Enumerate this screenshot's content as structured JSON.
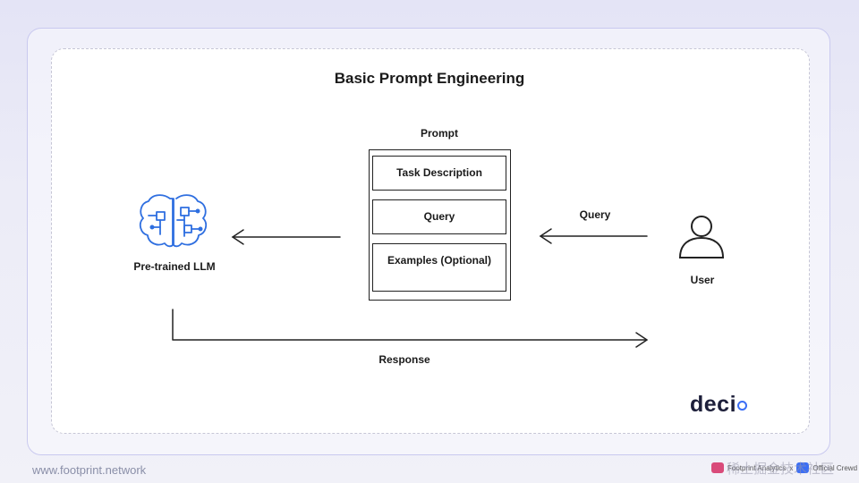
{
  "diagram": {
    "title": "Basic Prompt Engineering",
    "prompt": {
      "label": "Prompt",
      "items": [
        "Task Description",
        "Query",
        "Examples (Optional)"
      ]
    },
    "llm_label": "Pre-trained LLM",
    "user_label": "User",
    "query_label": "Query",
    "response_label": "Response",
    "icons": [
      "brain-circuit-icon",
      "user-icon"
    ],
    "colors": {
      "brain": "#2f6fe0",
      "ink": "#1a1a1a",
      "accent": "#3b6ef5"
    }
  },
  "branding": {
    "logo_text": "deci",
    "website": "www.footprint.network",
    "partner_text": "Footprint Analytics",
    "partner_text_2": "x",
    "partner_text_3": "Official Crewd",
    "watermark": "稀土掘金技术社区"
  }
}
